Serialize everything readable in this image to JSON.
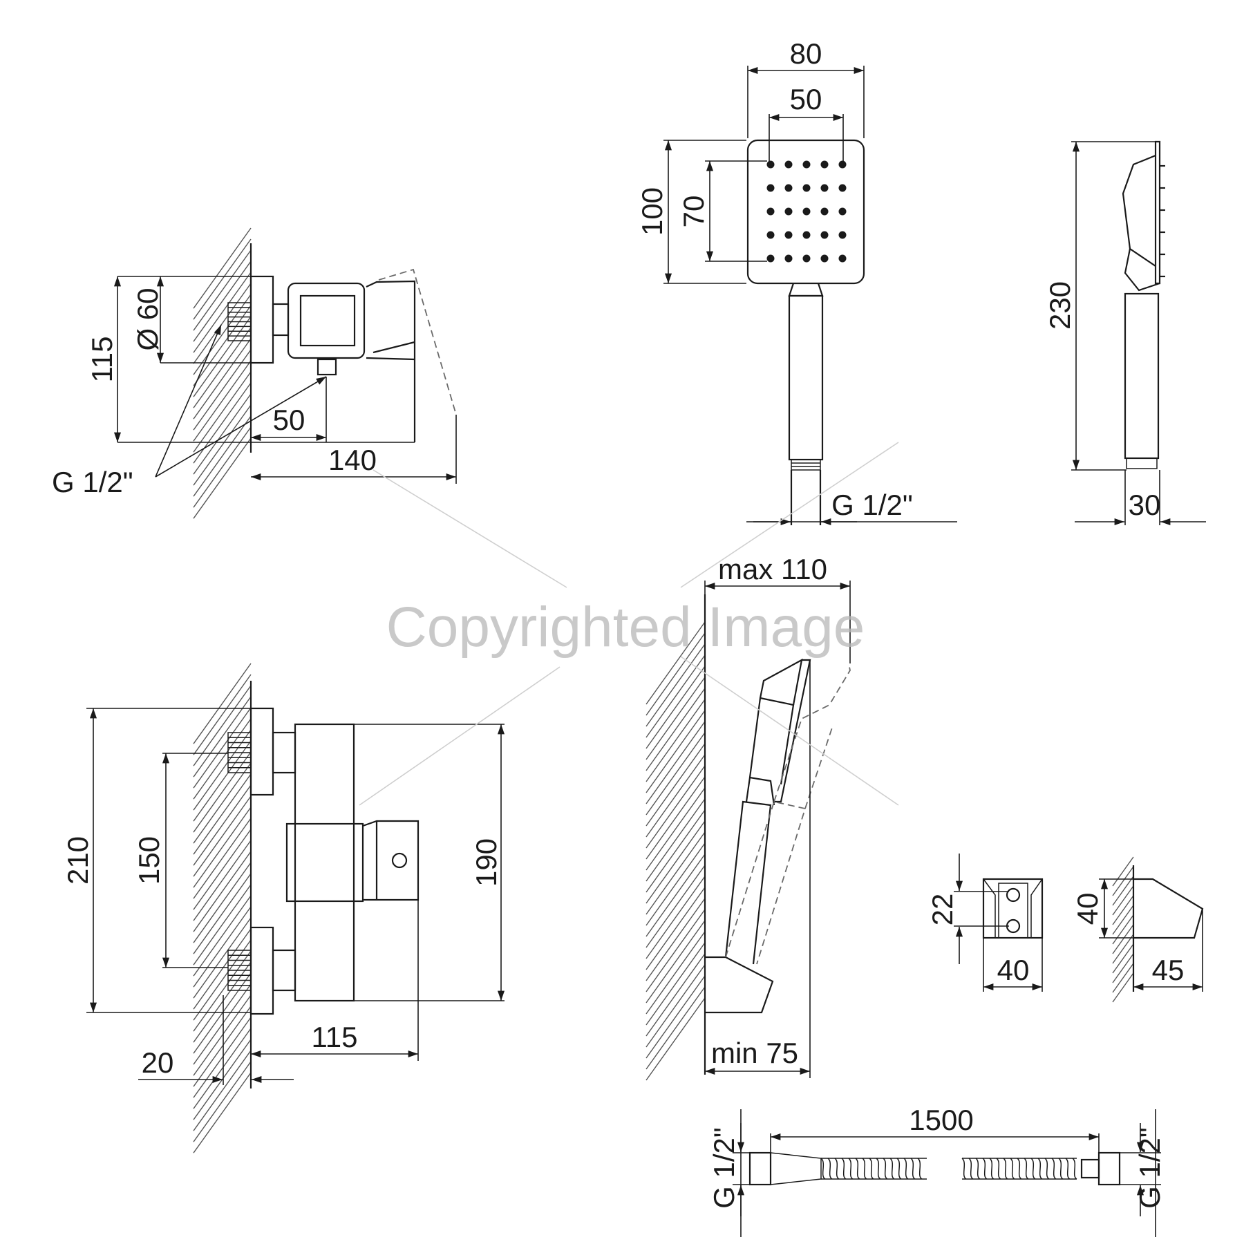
{
  "watermark": "Copyrighted Image",
  "mixer_side_view": {
    "dims": {
      "height": "115",
      "diameter": "Ø 60",
      "outlet_offset": "50",
      "depth": "140"
    },
    "thread_label": "G 1/2\""
  },
  "mixer_front_view": {
    "dims": {
      "overall_height": "210",
      "inlet_spacing": "150",
      "body_height": "190",
      "depth": "115",
      "wall_offset": "20"
    }
  },
  "hand_shower_front": {
    "dims": {
      "head_width": "80",
      "nozzle_width": "50",
      "head_height": "100",
      "nozzle_height": "70"
    },
    "thread_label": "G 1/2\""
  },
  "hand_shower_side": {
    "dims": {
      "length": "230",
      "thickness": "30"
    }
  },
  "installation_view": {
    "dims": {
      "max_projection": "max 110",
      "min_projection": "min 75"
    }
  },
  "holder_views": {
    "dims": {
      "front_height": "22",
      "front_width": "40",
      "side_height": "40",
      "side_depth": "45"
    }
  },
  "hose": {
    "length": "1500",
    "left_thread": "G 1/2\"",
    "right_thread": "G 1/2\""
  }
}
